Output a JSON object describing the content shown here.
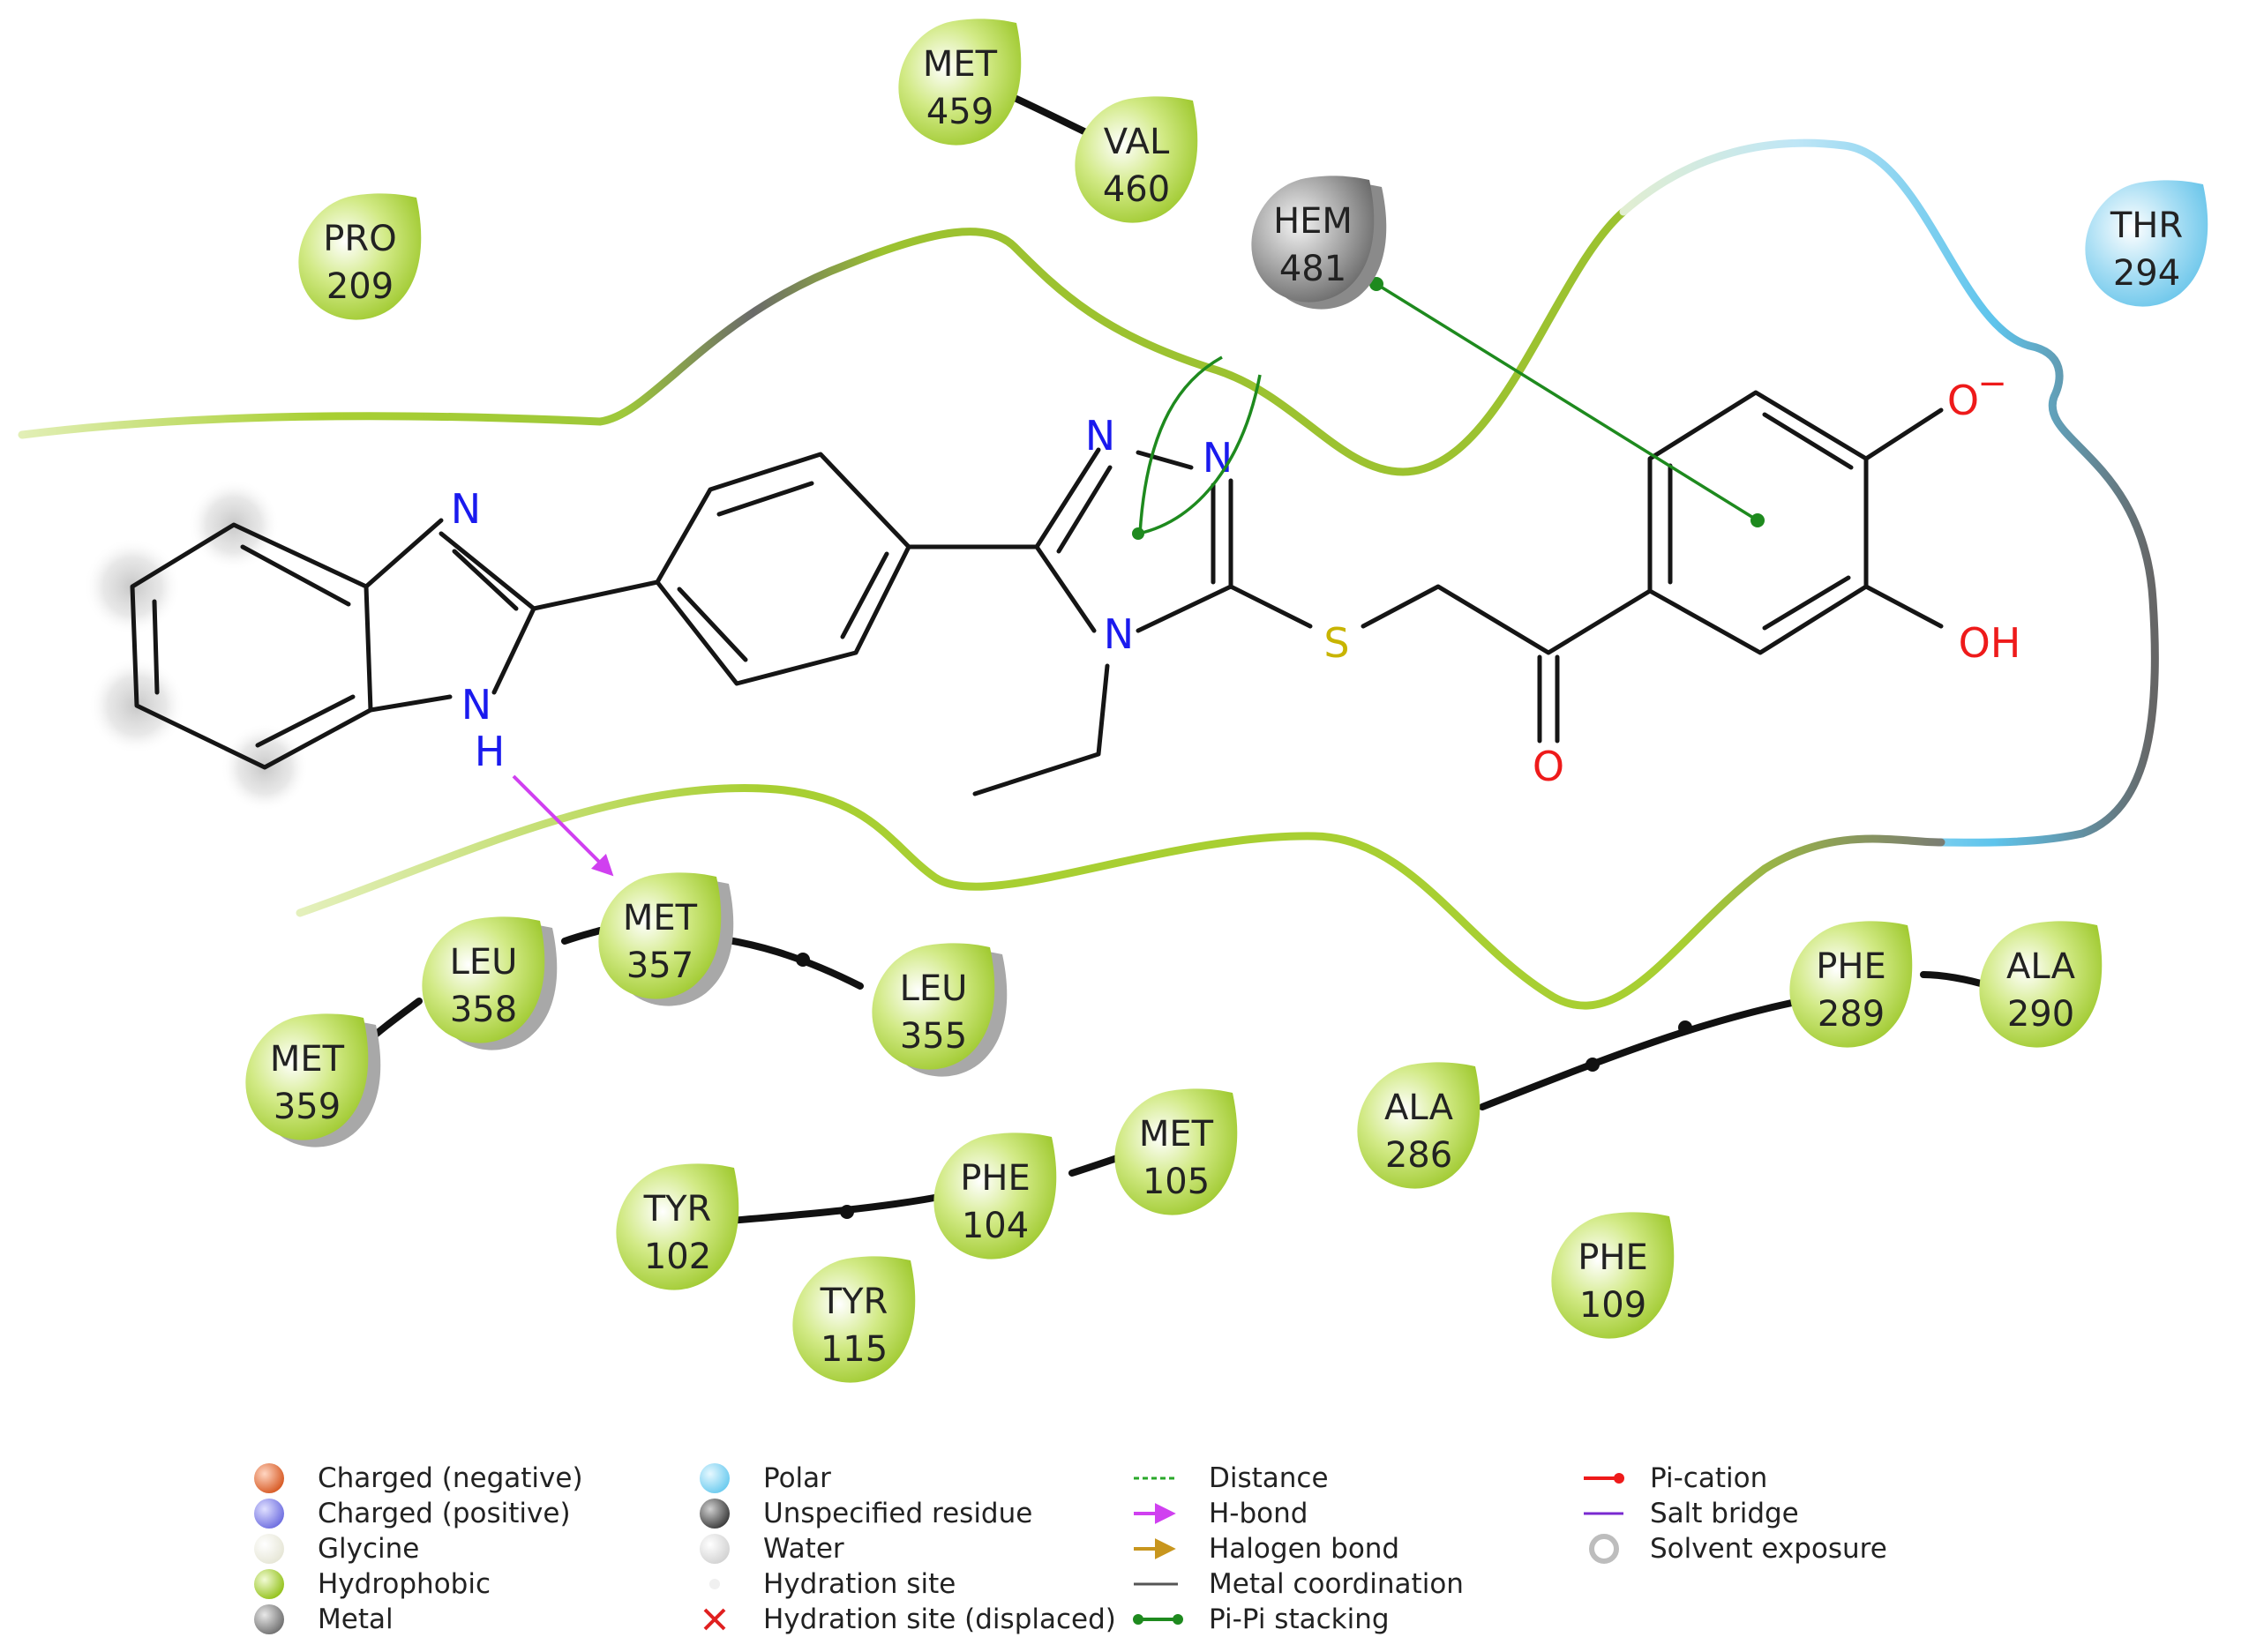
{
  "diagram": {
    "residues": [
      {
        "id": "met459",
        "name": "MET",
        "number": "459",
        "type": "hydrophobic"
      },
      {
        "id": "val460",
        "name": "VAL",
        "number": "460",
        "type": "hydrophobic"
      },
      {
        "id": "pro209",
        "name": "PRO",
        "number": "209",
        "type": "hydrophobic"
      },
      {
        "id": "hem481",
        "name": "HEM",
        "number": "481",
        "type": "metal"
      },
      {
        "id": "thr294",
        "name": "THR",
        "number": "294",
        "type": "polar"
      },
      {
        "id": "met357",
        "name": "MET",
        "number": "357",
        "type": "hydrophobic"
      },
      {
        "id": "leu358",
        "name": "LEU",
        "number": "358",
        "type": "hydrophobic"
      },
      {
        "id": "met359",
        "name": "MET",
        "number": "359",
        "type": "hydrophobic"
      },
      {
        "id": "leu355",
        "name": "LEU",
        "number": "355",
        "type": "hydrophobic"
      },
      {
        "id": "tyr102",
        "name": "TYR",
        "number": "102",
        "type": "hydrophobic"
      },
      {
        "id": "phe104",
        "name": "PHE",
        "number": "104",
        "type": "hydrophobic"
      },
      {
        "id": "met105",
        "name": "MET",
        "number": "105",
        "type": "hydrophobic"
      },
      {
        "id": "tyr115",
        "name": "TYR",
        "number": "115",
        "type": "hydrophobic"
      },
      {
        "id": "ala286",
        "name": "ALA",
        "number": "286",
        "type": "hydrophobic"
      },
      {
        "id": "phe289",
        "name": "PHE",
        "number": "289",
        "type": "hydrophobic"
      },
      {
        "id": "ala290",
        "name": "ALA",
        "number": "290",
        "type": "hydrophobic"
      },
      {
        "id": "phe109",
        "name": "PHE",
        "number": "109",
        "type": "hydrophobic"
      }
    ],
    "atoms": {
      "n_imidazole": "N",
      "nh": "N",
      "h": "H",
      "n_triazole_1": "N",
      "n_triazole_2": "N",
      "n_triazole_4": "N",
      "s": "S",
      "o_carbonyl": "O",
      "o_minus": "O",
      "charge": "−",
      "oh": "OH"
    },
    "colors": {
      "hydrophobic": "#a6d22e",
      "polar": "#86d2ee",
      "metal": "#8a8a8a",
      "negative": "#e8703f",
      "positive": "#8c8cf0",
      "glycine": "#f2f2e8",
      "water": "#e4e4e4",
      "hbond": "#d040f0",
      "pipi": "#1e8a1e",
      "nitrogen": "#1a1aee",
      "oxygen": "#ee1a1a",
      "sulfur": "#c8b400"
    }
  },
  "legend": {
    "col1": [
      "Charged (negative)",
      "Charged (positive)",
      "Glycine",
      "Hydrophobic",
      "Metal"
    ],
    "col2": [
      "Polar",
      "Unspecified residue",
      "Water",
      "Hydration site",
      "Hydration site (displaced)"
    ],
    "col3": [
      "Distance",
      "H-bond",
      "Halogen bond",
      "Metal coordination",
      "Pi-Pi stacking"
    ],
    "col4": [
      "Pi-cation",
      "Salt bridge",
      "Solvent exposure"
    ]
  }
}
